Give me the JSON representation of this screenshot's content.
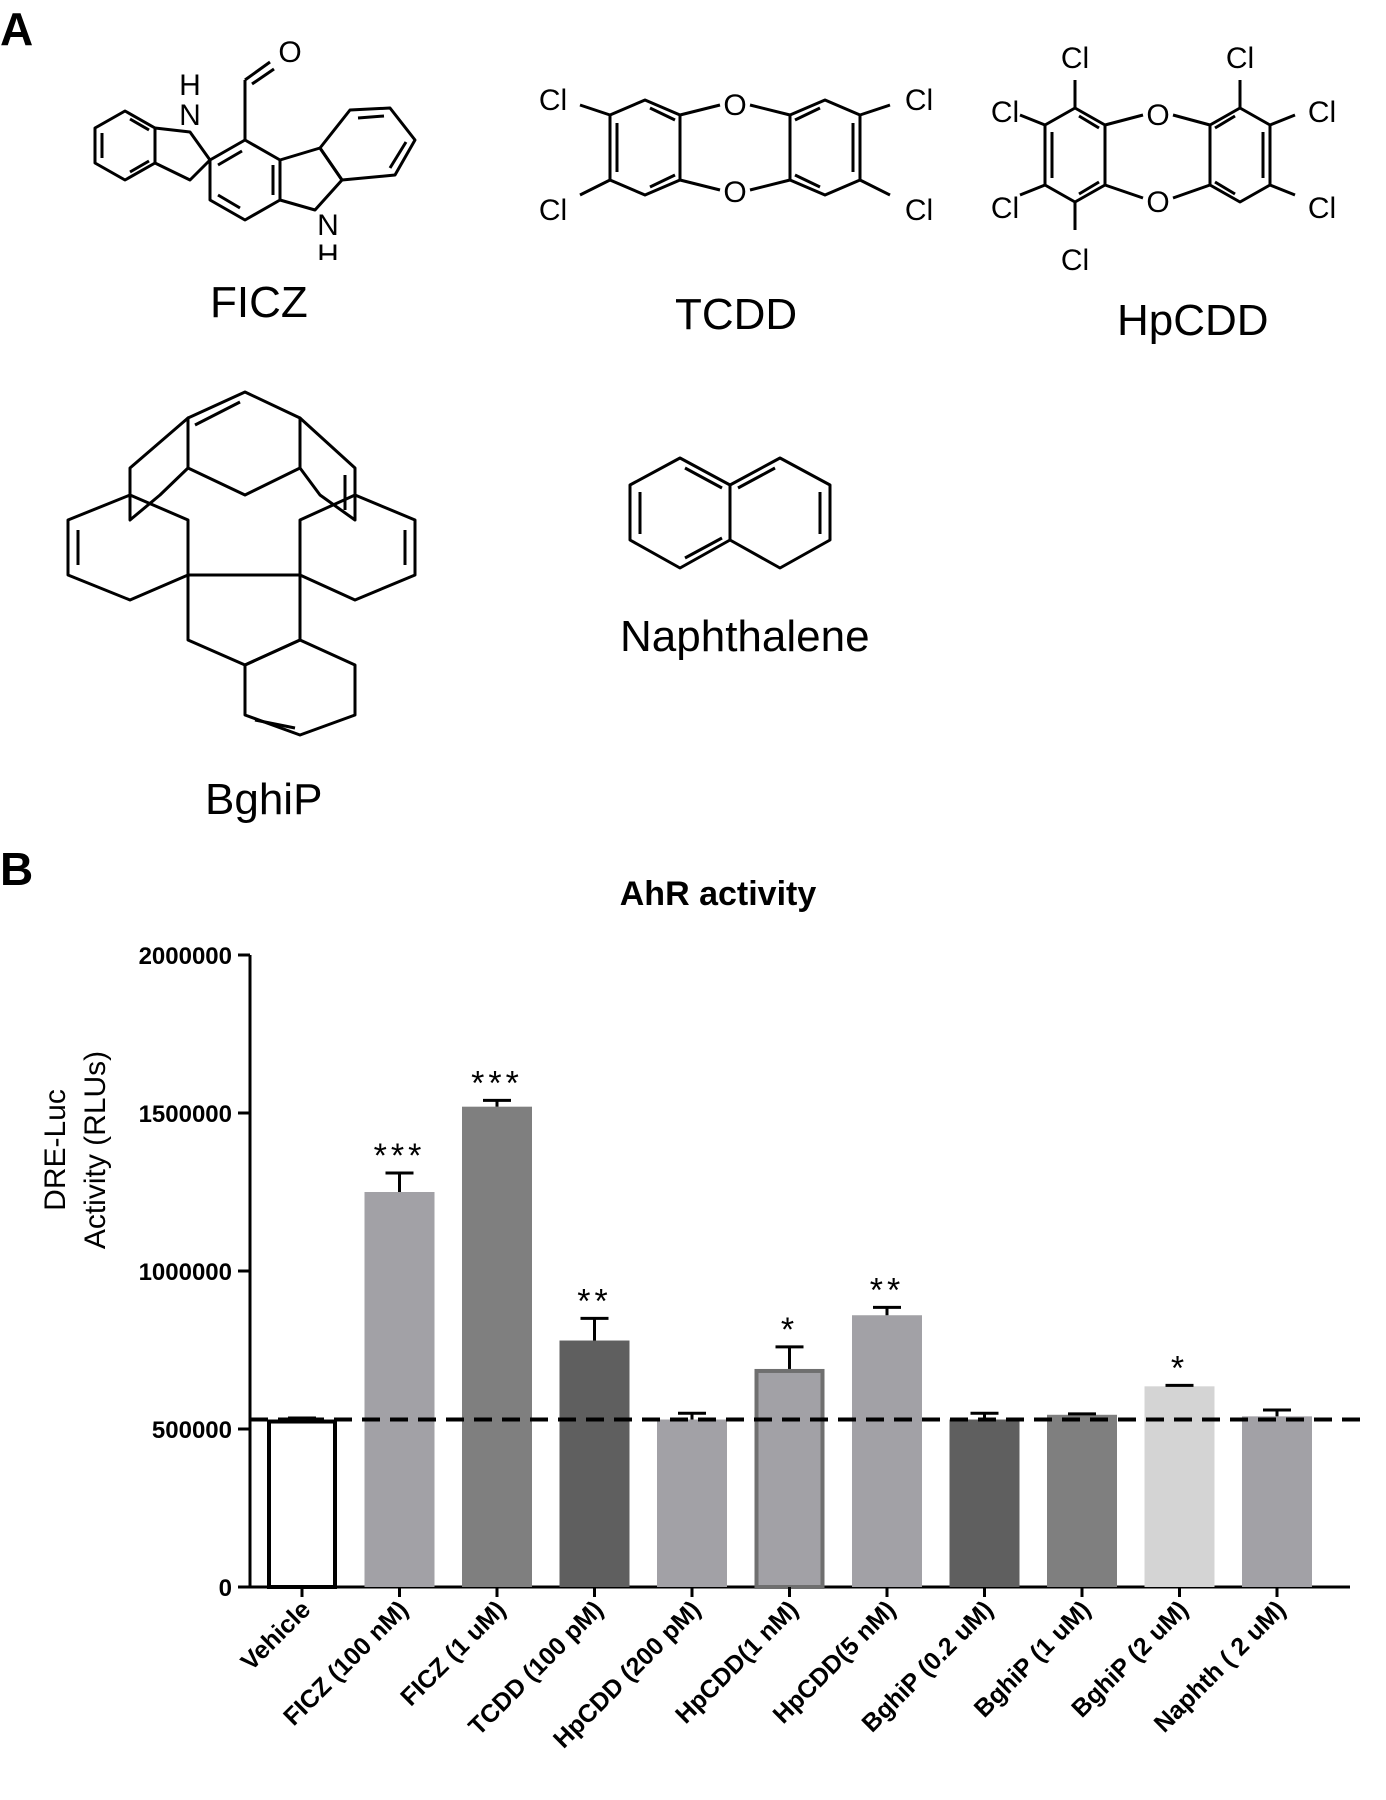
{
  "panels": {
    "a": "A",
    "b": "B"
  },
  "molecules": [
    {
      "name": "FICZ"
    },
    {
      "name": "TCDD"
    },
    {
      "name": "HpCDD"
    },
    {
      "name": "BghiP"
    },
    {
      "name": "Naphthalene"
    }
  ],
  "atoms": {
    "cl": "Cl",
    "o": "O",
    "n": "N",
    "h": "H"
  },
  "chart_data": {
    "type": "bar",
    "title": "AhR activity",
    "ylabel": [
      "DRE-Luc",
      "Activity (RLUs)"
    ],
    "xlabel": "",
    "ylim": [
      0,
      2000000
    ],
    "yticks": [
      0,
      500000,
      1000000,
      1500000,
      2000000
    ],
    "categories": [
      "Vehicle",
      "FICZ (100 nM)",
      "FICZ (1 uM)",
      "TCDD (100 pM)",
      "HpCDD (200 pM)",
      "HpCDD(1 nM)",
      "HpCDD(5 nM)",
      "BghiP (0.2 uM)",
      "BghiP (1 uM)",
      "BghiP (2 uM)",
      "Naphth ( 2 uM)"
    ],
    "values": [
      530000,
      1250000,
      1520000,
      780000,
      530000,
      690000,
      860000,
      530000,
      545000,
      635000,
      540000
    ],
    "errors": [
      5000,
      60000,
      20000,
      70000,
      20000,
      70000,
      25000,
      20000,
      3000,
      3000,
      20000
    ],
    "significance": [
      "",
      "***",
      "***",
      "**",
      "",
      "*",
      "**",
      "",
      "",
      "*",
      ""
    ],
    "colors": [
      "#ffffff",
      "#a2a1a6",
      "#7f7f7f",
      "#5f5f5f",
      "#a2a1a6",
      "#a2a1a6",
      "#a2a1a6",
      "#5f5f5f",
      "#7f7f7f",
      "#d4d4d4",
      "#a2a1a6"
    ],
    "edge_colors": [
      "#000000",
      "#a2a1a6",
      "#7f7f7f",
      "#5f5f5f",
      "#a2a1a6",
      "#6f6f6f",
      "#a2a1a6",
      "#5f5f5f",
      "#7f7f7f",
      "#d4d4d4",
      "#a2a1a6"
    ],
    "reference_line": 530000,
    "grid": false
  }
}
